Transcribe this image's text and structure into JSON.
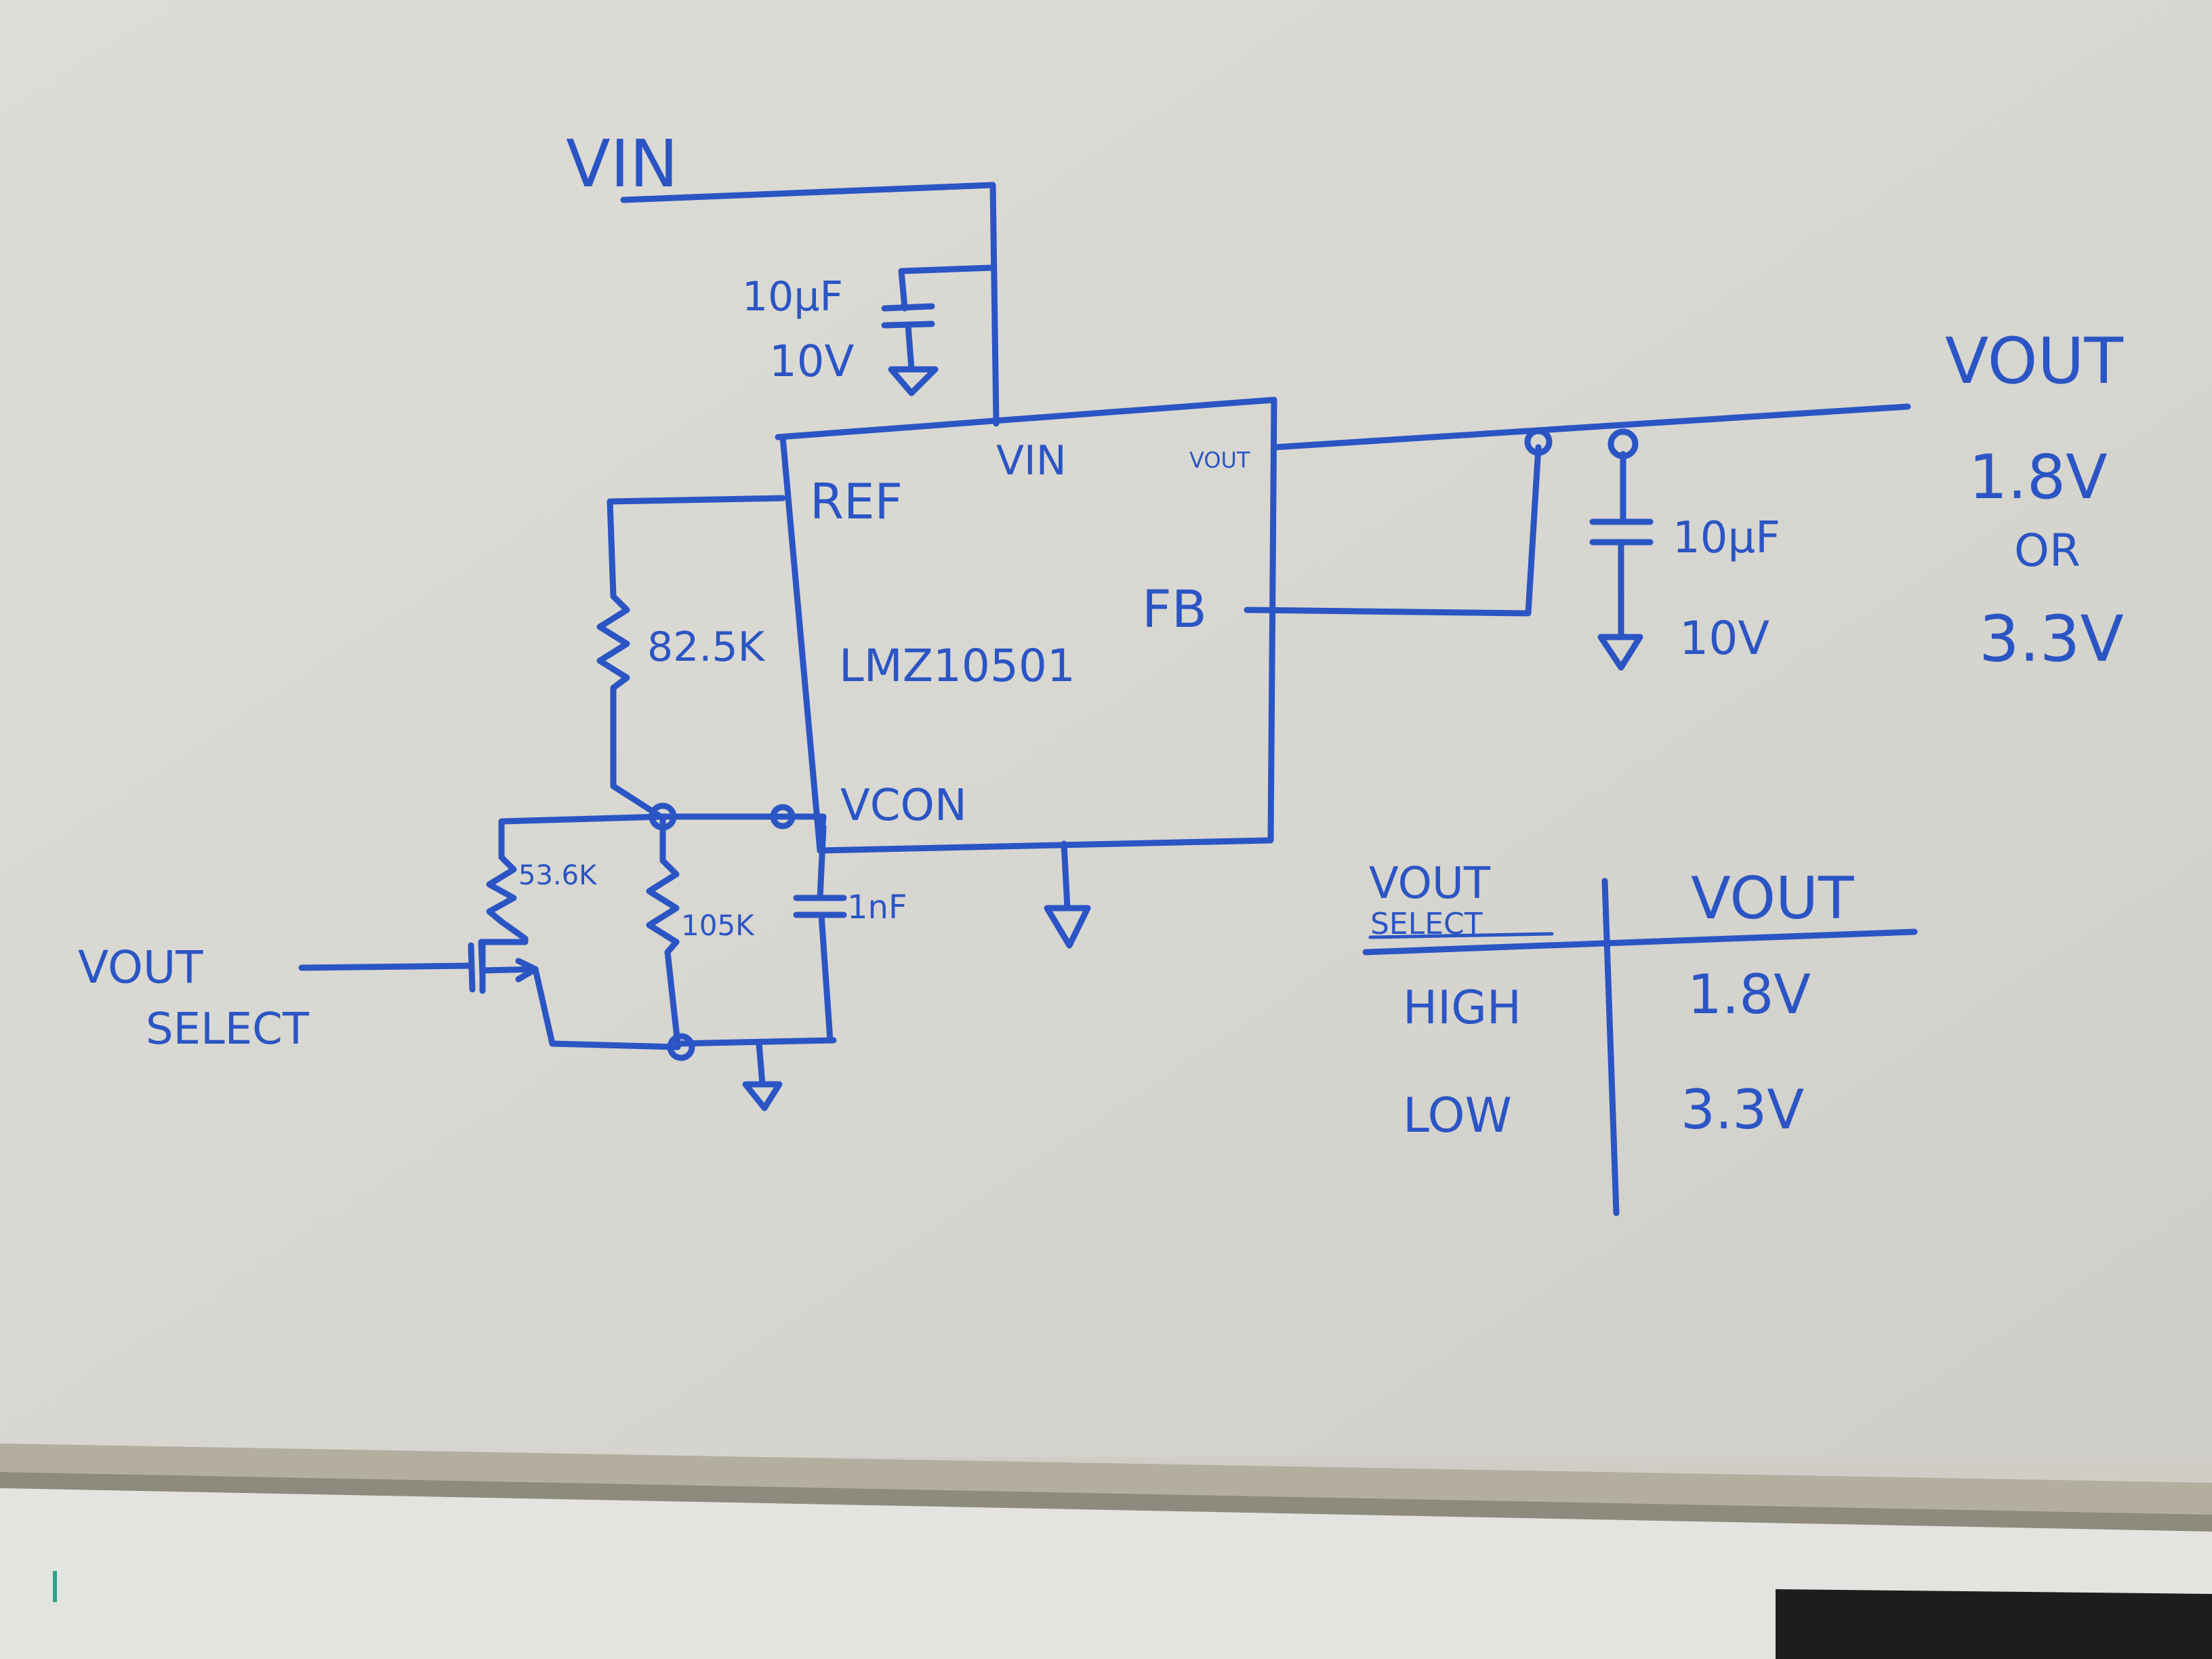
{
  "colors": {
    "ink": "#2b55c4",
    "board": "#dcdcd6",
    "tray": "#b9b4aa",
    "ledge": "#e2e2de"
  },
  "schematic": {
    "vin_label": "VIN",
    "input_cap": {
      "value": "10µF",
      "voltage": "10V"
    },
    "ic": {
      "part": "LMZ10501",
      "pin_vin": "VIN",
      "pin_vout": "VOUT",
      "pin_ref": "REF",
      "pin_fb": "FB",
      "pin_vcon": "VCON"
    },
    "output_cap": {
      "value": "10µF",
      "voltage": "10V"
    },
    "vout_label": "VOUT",
    "vout_value_a": "1.8V",
    "vout_or": "OR",
    "vout_value_b": "3.3V",
    "r_ref": "82.5K",
    "r_select": "53.6K",
    "r_bottom": "105K",
    "c_vcon": "1nF",
    "select_label_line1": "VOUT",
    "select_label_line2": "SELECT"
  },
  "truth_table": {
    "header_left_line1": "VOUT",
    "header_left_line2": "SELECT",
    "header_right": "VOUT",
    "rows": [
      {
        "select": "HIGH",
        "vout": "1.8V"
      },
      {
        "select": "LOW",
        "vout": "3.3V"
      }
    ]
  }
}
